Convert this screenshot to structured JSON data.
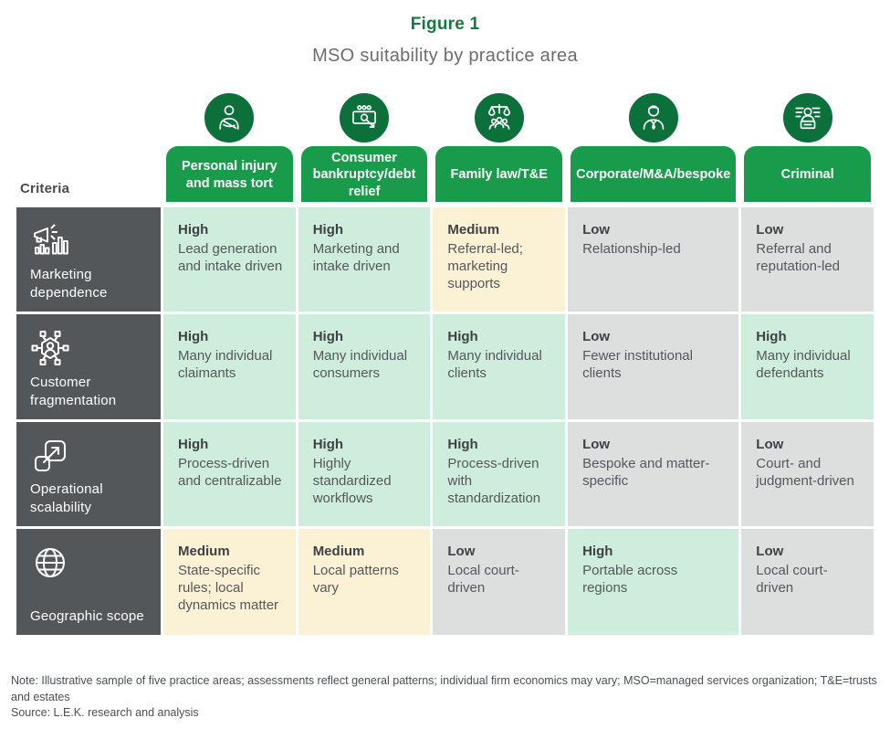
{
  "chart_data": {
    "type": "table",
    "figure_label": "Figure 1",
    "title": "MSO suitability by practice area",
    "row_header": "Criteria",
    "columns": [
      {
        "label": "Personal injury and mass tort",
        "icon": "injured-person-icon"
      },
      {
        "label": "Consumer bankruptcy/debt relief",
        "icon": "banknote-decline-icon"
      },
      {
        "label": "Family law/T&E",
        "icon": "justice-scales-family-icon"
      },
      {
        "label": "Corporate/M&A/bespoke",
        "icon": "businessman-icon"
      },
      {
        "label": "Criminal",
        "icon": "mugshot-icon"
      }
    ],
    "rows": [
      {
        "label": "Marketing dependence",
        "icon": "megaphone-bars-icon",
        "cells": [
          {
            "rating": "High",
            "description": "Lead generation and intake driven",
            "level": "high"
          },
          {
            "rating": "High",
            "description": "Marketing and intake driven",
            "level": "high"
          },
          {
            "rating": "Medium",
            "description": "Referral-led; marketing supports",
            "level": "medium"
          },
          {
            "rating": "Low",
            "description": "Relationship-led",
            "level": "low"
          },
          {
            "rating": "Low",
            "description": "Referral and reputation-led",
            "level": "low"
          }
        ]
      },
      {
        "label": "Customer fragmentation",
        "icon": "network-person-icon",
        "cells": [
          {
            "rating": "High",
            "description": "Many individual claimants",
            "level": "high"
          },
          {
            "rating": "High",
            "description": "Many individual consumers",
            "level": "high"
          },
          {
            "rating": "High",
            "description": "Many individual clients",
            "level": "high"
          },
          {
            "rating": "Low",
            "description": "Fewer institutional clients",
            "level": "low"
          },
          {
            "rating": "High",
            "description": "Many individual defendants",
            "level": "high"
          }
        ]
      },
      {
        "label": "Operational scalability",
        "icon": "expand-squares-icon",
        "cells": [
          {
            "rating": "High",
            "description": "Process-driven and centralizable",
            "level": "high"
          },
          {
            "rating": "High",
            "description": "Highly standardized workflows",
            "level": "high"
          },
          {
            "rating": "High",
            "description": "Process-driven with standardization",
            "level": "high"
          },
          {
            "rating": "Low",
            "description": "Bespoke and matter-specific",
            "level": "low"
          },
          {
            "rating": "Low",
            "description": "Court- and judgment-driven",
            "level": "low"
          }
        ]
      },
      {
        "label": "Geographic scope",
        "icon": "globe-icon",
        "cells": [
          {
            "rating": "Medium",
            "description": "State-specific rules; local dynamics matter",
            "level": "medium"
          },
          {
            "rating": "Medium",
            "description": "Local patterns vary",
            "level": "medium"
          },
          {
            "rating": "Low",
            "description": "Local court-driven",
            "level": "low"
          },
          {
            "rating": "High",
            "description": "Portable across regions",
            "level": "high"
          },
          {
            "rating": "Low",
            "description": "Local court-driven",
            "level": "low"
          }
        ]
      }
    ],
    "note": "Note: Illustrative sample of five practice areas; assessments reflect general patterns; individual firm economics may vary; MSO=managed services organization; T&E=trusts and estates",
    "source": "Source: L.E.K. research and analysis",
    "colors": {
      "figure_label_green": "#157A40",
      "header_green": "#189C4B",
      "icon_circle_green": "#0C703A",
      "row_header_gray": "#53575A",
      "level_high": "#CEEDDC",
      "level_medium": "#FBF1D4",
      "level_low": "#DCDFDE"
    }
  }
}
